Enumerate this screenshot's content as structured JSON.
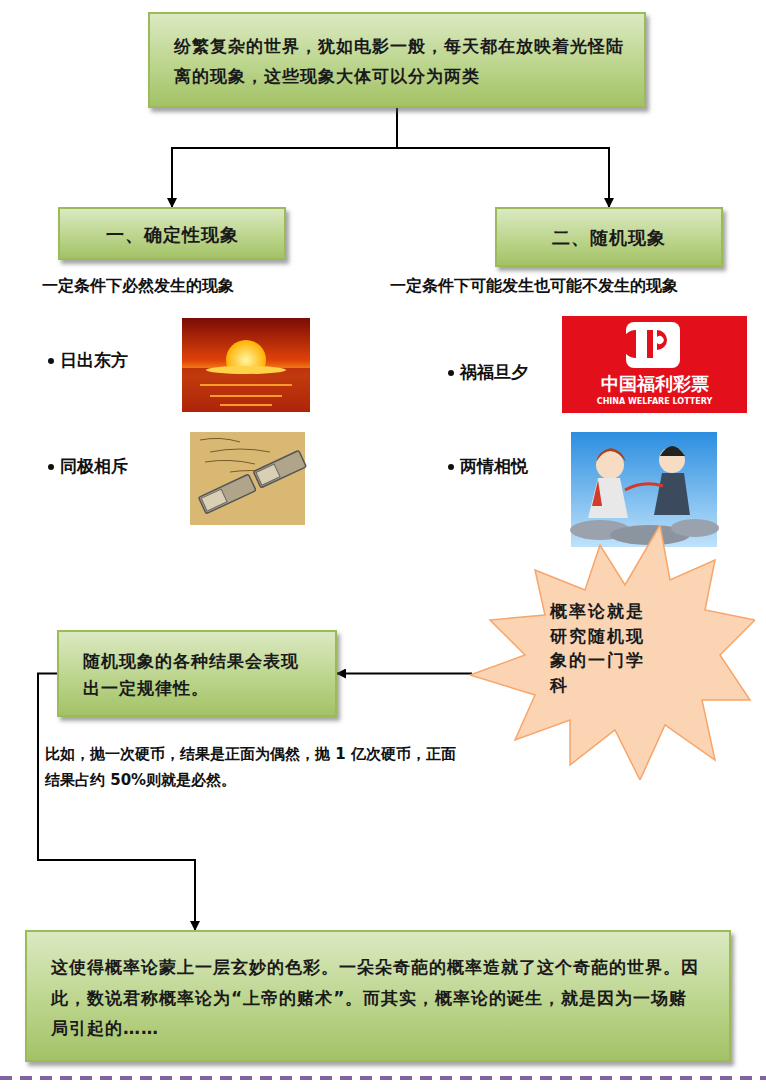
{
  "diagram": {
    "nodes": [
      {
        "text": [
          "纷繁复杂的世界，犹如电影一般，每天都在放映着光怪陆离的现象，这些现象大体可以分为两类"
        ]
      },
      {
        "text": [
          "一、确定性现象"
        ]
      },
      {
        "text": [
          "二、随机现象"
        ]
      },
      {
        "text": [
          "概率论就是研究随机现象的一门学科"
        ]
      },
      {
        "text": [
          "随机现象的各种结果会表现出一定规律性。"
        ]
      },
      {
        "text": [
          "这使得概率论蒙上一层玄妙的色彩。一朵朵奇葩的概率造就了这个奇葩的世界。因此，数说君称概率论为“上帝的赌术”。而其实，概率论的诞生，就是因为一场赌局引起的……"
        ]
      }
    ],
    "edges": [
      {
        "from": 0,
        "to": 1,
        "arrow": "to"
      },
      {
        "from": 0,
        "to": 2,
        "arrow": "to"
      },
      {
        "from": 3,
        "to": 4,
        "arrow": "to"
      },
      {
        "from": 4,
        "to": 5,
        "arrow": "to"
      }
    ],
    "labels": [
      "一定条件下必然发生的现象",
      "一定条件下可能发生也可能不发生的现象",
      "日出东方",
      "同极相斥",
      "祸福旦夕",
      "两情相悦",
      "中国福利彩票",
      "CHINA WELFARE LOTTERY",
      "比如，抛一次硬币，结果是正面为偶然，抛 1 亿次硬币，正面结果占约 50%则就是必然。"
    ]
  }
}
